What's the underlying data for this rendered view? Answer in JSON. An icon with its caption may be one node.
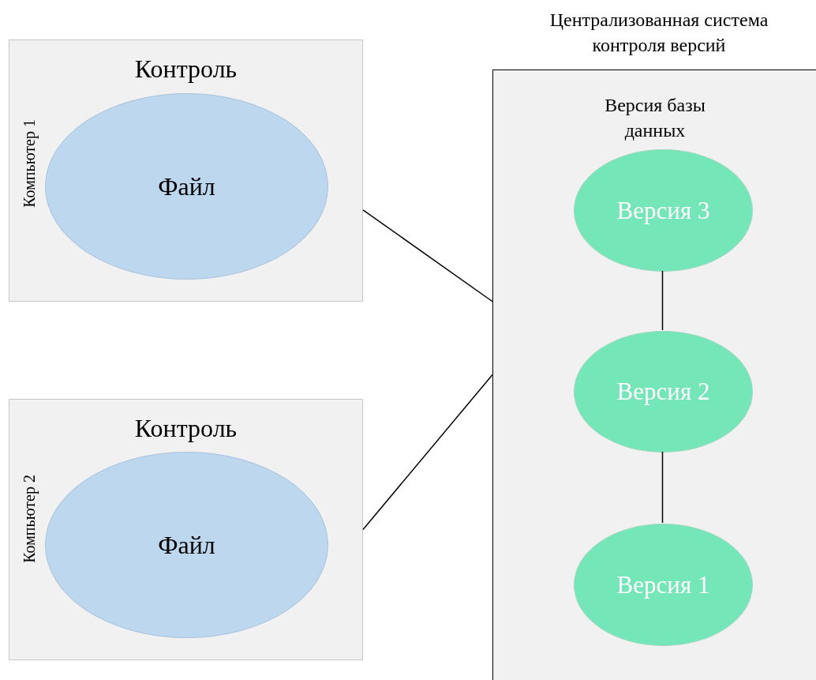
{
  "diagram": {
    "nodes": [
      {
        "text": [
          "Контроль",
          "Компьютер 1"
        ]
      },
      {
        "text": [
          "Файл"
        ],
        "in": 0
      },
      {
        "text": [
          "Контроль",
          "Компьютер 2"
        ]
      },
      {
        "text": [
          "Файл"
        ],
        "in": 2
      },
      {
        "text": [
          "Централизованная система контроля версий",
          "Версия базы данных"
        ]
      },
      {
        "text": [
          "Версия 3"
        ],
        "in": 4
      },
      {
        "text": [
          "Версия 2"
        ],
        "in": 4
      },
      {
        "text": [
          "Версия 1"
        ],
        "in": 4
      }
    ],
    "edges": [
      {
        "from": 0,
        "to": 4,
        "arrow": "none"
      },
      {
        "from": 2,
        "to": 4,
        "arrow": "none"
      },
      {
        "from": 5,
        "to": 6,
        "arrow": "none"
      },
      {
        "from": 6,
        "to": 7,
        "arrow": "none"
      }
    ]
  }
}
